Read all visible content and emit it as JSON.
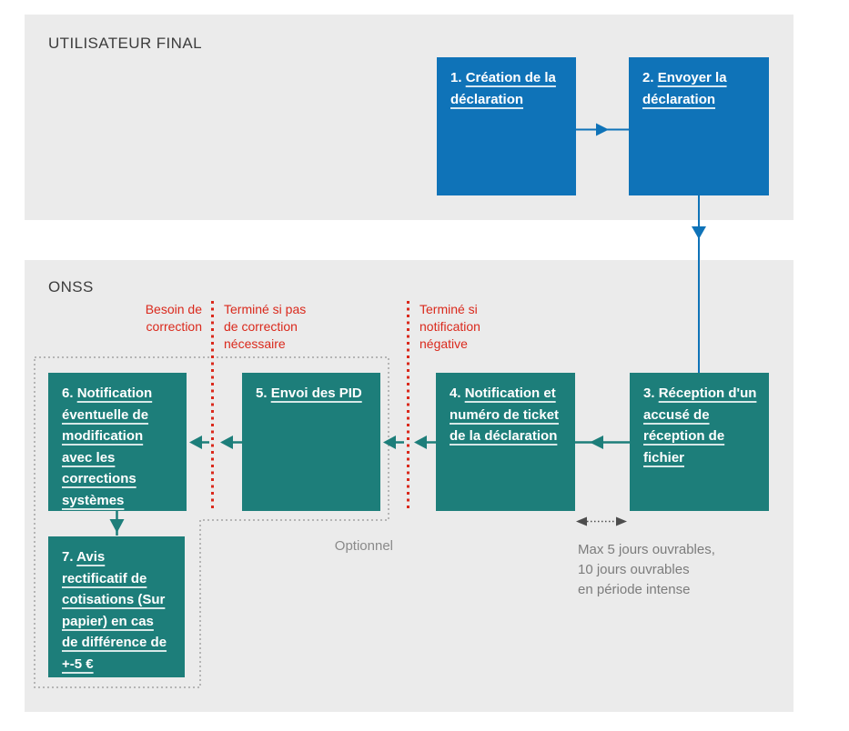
{
  "colors": {
    "step_blue": "#0f73b8",
    "step_teal": "#1d7e7a",
    "annotation_red": "#da291c",
    "band_background": "#ebebeb",
    "lane_label_text": "#3d3d3d",
    "muted_gray_text": "#8a8a8a",
    "dotted_border_gray": "#a3a3a3"
  },
  "lanes": {
    "user": "UTILISATEUR FINAL",
    "onss": "ONSS"
  },
  "steps": [
    {
      "num": "1.",
      "label": "Création de la déclaration"
    },
    {
      "num": "2.",
      "label": "Envoyer la déclaration"
    },
    {
      "num": "3.",
      "label": "Réception d'un accusé de réception de fichier"
    },
    {
      "num": "4.",
      "label": "Notification et numéro de ticket de la déclaration"
    },
    {
      "num": "5.",
      "label": "Envoi des PID"
    },
    {
      "num": "6.",
      "label": "Notification éventuelle de modification avec les corrections systèmes"
    },
    {
      "num": "7.",
      "label": "Avis rectificatif de cotisations (Sur papier) en cas de différence de +-5 €"
    }
  ],
  "annotations": {
    "besoin_de_correction": "Besoin de correction",
    "termine_si_pas": "Terminé si pas de correction nécessaire",
    "termine_si_notification": "Terminé si notification négative",
    "optionnel": "Optionnel",
    "delai": [
      "Max 5 jours ouvrables,",
      "10 jours ouvrables",
      "en période intense"
    ]
  }
}
